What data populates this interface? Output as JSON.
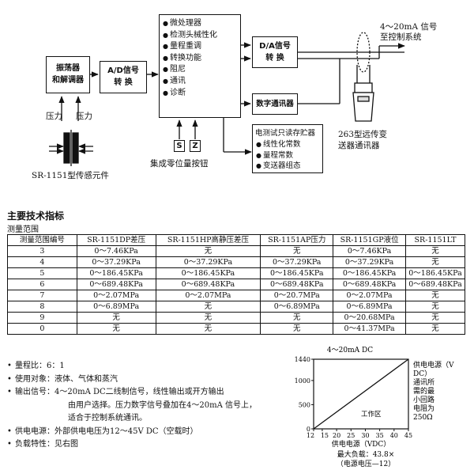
{
  "diagram": {
    "oscillator_label": "振荡器\n和解调器",
    "ad_label": "A/D信号\n转 换",
    "processor_features": [
      "微处理器",
      "检测头械性化",
      "量程重调",
      "转换功能",
      "阻尼",
      "通讯",
      "诊断"
    ],
    "da_label": "D/A信号\n转 换",
    "digital_comm_label": "数字通讯器",
    "memory_title": "电测试只读存贮器",
    "memory_items": [
      "线性化常数",
      "量程常数",
      "变送器组态"
    ],
    "output_label": "4～20mA 信号\n至控制系统",
    "pressure_left": "压力",
    "pressure_right": "压力",
    "sensor_label": "SR-1151型传感元件",
    "switch_s": "S",
    "switch_z": "Z",
    "zero_label": "集成零位量按钮",
    "remote_label": "263型远传变\n送器通讯器"
  },
  "specs": {
    "title": "主要技术指标",
    "range_caption": "测量范围",
    "table": {
      "headers": [
        "测量范围编号",
        "SR-1151DP差压",
        "SR-1151HP高静压差压",
        "SR-1151AP压力",
        "SR-1151GP液位",
        "SR-1151LT"
      ],
      "rows": [
        [
          "3",
          "0～7.46KPa",
          "无",
          "无",
          "0～7.46KPa",
          "无"
        ],
        [
          "4",
          "0～37.29KPa",
          "0～37.29KPa",
          "0～37.29KPa",
          "0～37.29KPa",
          "无"
        ],
        [
          "5",
          "0～186.45KPa",
          "0～186.45KPa",
          "0～186.45KPa",
          "0～186.45KPa",
          "0～186.45KPa"
        ],
        [
          "6",
          "0～689.48KPa",
          "0～689.48KPa",
          "0～689.48KPa",
          "0～689.48KPa",
          "0～689.48KPa"
        ],
        [
          "7",
          "0～2.07MPa",
          "0～2.07MPa",
          "0～20.7MPa",
          "0～2.07MPa",
          "无"
        ],
        [
          "8",
          "0～6.89MPa",
          "无",
          "0～6.89MPa",
          "0～6.89MPa",
          "无"
        ],
        [
          "9",
          "无",
          "无",
          "无",
          "0～20.68MPa",
          "无"
        ],
        [
          "0",
          "无",
          "无",
          "无",
          "0～41.37MPa",
          "无"
        ]
      ]
    },
    "features": {
      "range_ratio": "量程比：6：1",
      "target": "使用对象：液体、气体和蒸汽",
      "output_1": "输出信号：4～20mA DC二线制信号，线性输出或开方输出",
      "output_2": "由用户选择。压力数字信号叠加在4～20mA 信号上，",
      "output_3": "适合于控制系统通讯。",
      "supply": "供电电源：外部供电电压为12～45V DC（空载时）",
      "load": "负载特性：见右图"
    }
  },
  "chart_data": {
    "type": "line",
    "title": "4～20mA DC",
    "x_ticks": [
      12,
      15,
      20,
      25,
      30,
      35,
      40,
      45
    ],
    "y_ticks": [
      0,
      500,
      1000,
      1440
    ],
    "xlim": [
      12,
      45
    ],
    "ylim": [
      0,
      1440
    ],
    "series": [
      {
        "x": [
          12,
          45
        ],
        "y": [
          0,
          1440
        ]
      }
    ],
    "xlabel": "供电电源（VDC）",
    "formula_1": "最大负载：43.8×",
    "formula_2": "（电源电压—12）",
    "region_label": "工作区",
    "right_note": [
      "供电电源（V",
      "DC）",
      "通讯所",
      "需的最",
      "小回路",
      "电阻为",
      "250Ω"
    ]
  }
}
